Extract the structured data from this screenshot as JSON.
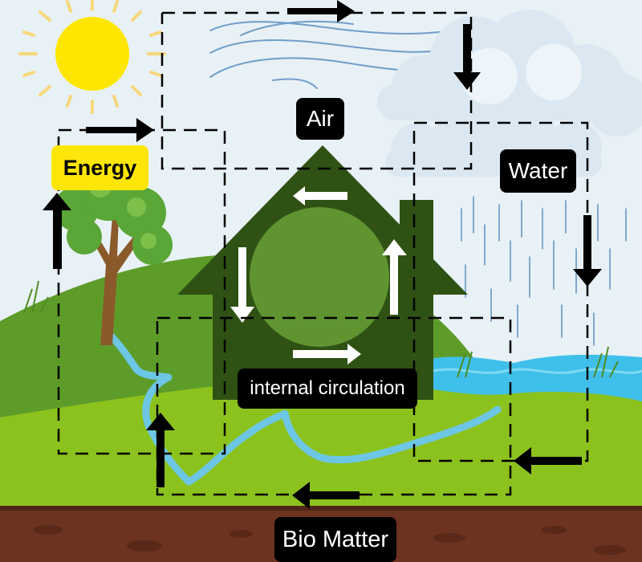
{
  "diagram": {
    "labels": {
      "air": "Air",
      "water": "Water",
      "energy": "Energy",
      "internal": "internal circulation",
      "bio": "Bio Matter"
    },
    "colors": {
      "sky": "#e8f1f6",
      "sun": "#ffe600",
      "sun_rays": "#f7d77a",
      "cloud": "#dbe8f2",
      "wind": "#6f9ec9",
      "hill_dark": "#5e9c2a",
      "hill_light": "#8cc21e",
      "house": "#2f5214",
      "house_circle": "#5f9431",
      "water": "#3fc0ea",
      "river": "#6cc6e4",
      "soil": "#6b3320",
      "tree_trunk": "#8a5a2b",
      "tree_leaves": "#5aa637",
      "energy_badge": "#ffe60a"
    }
  }
}
